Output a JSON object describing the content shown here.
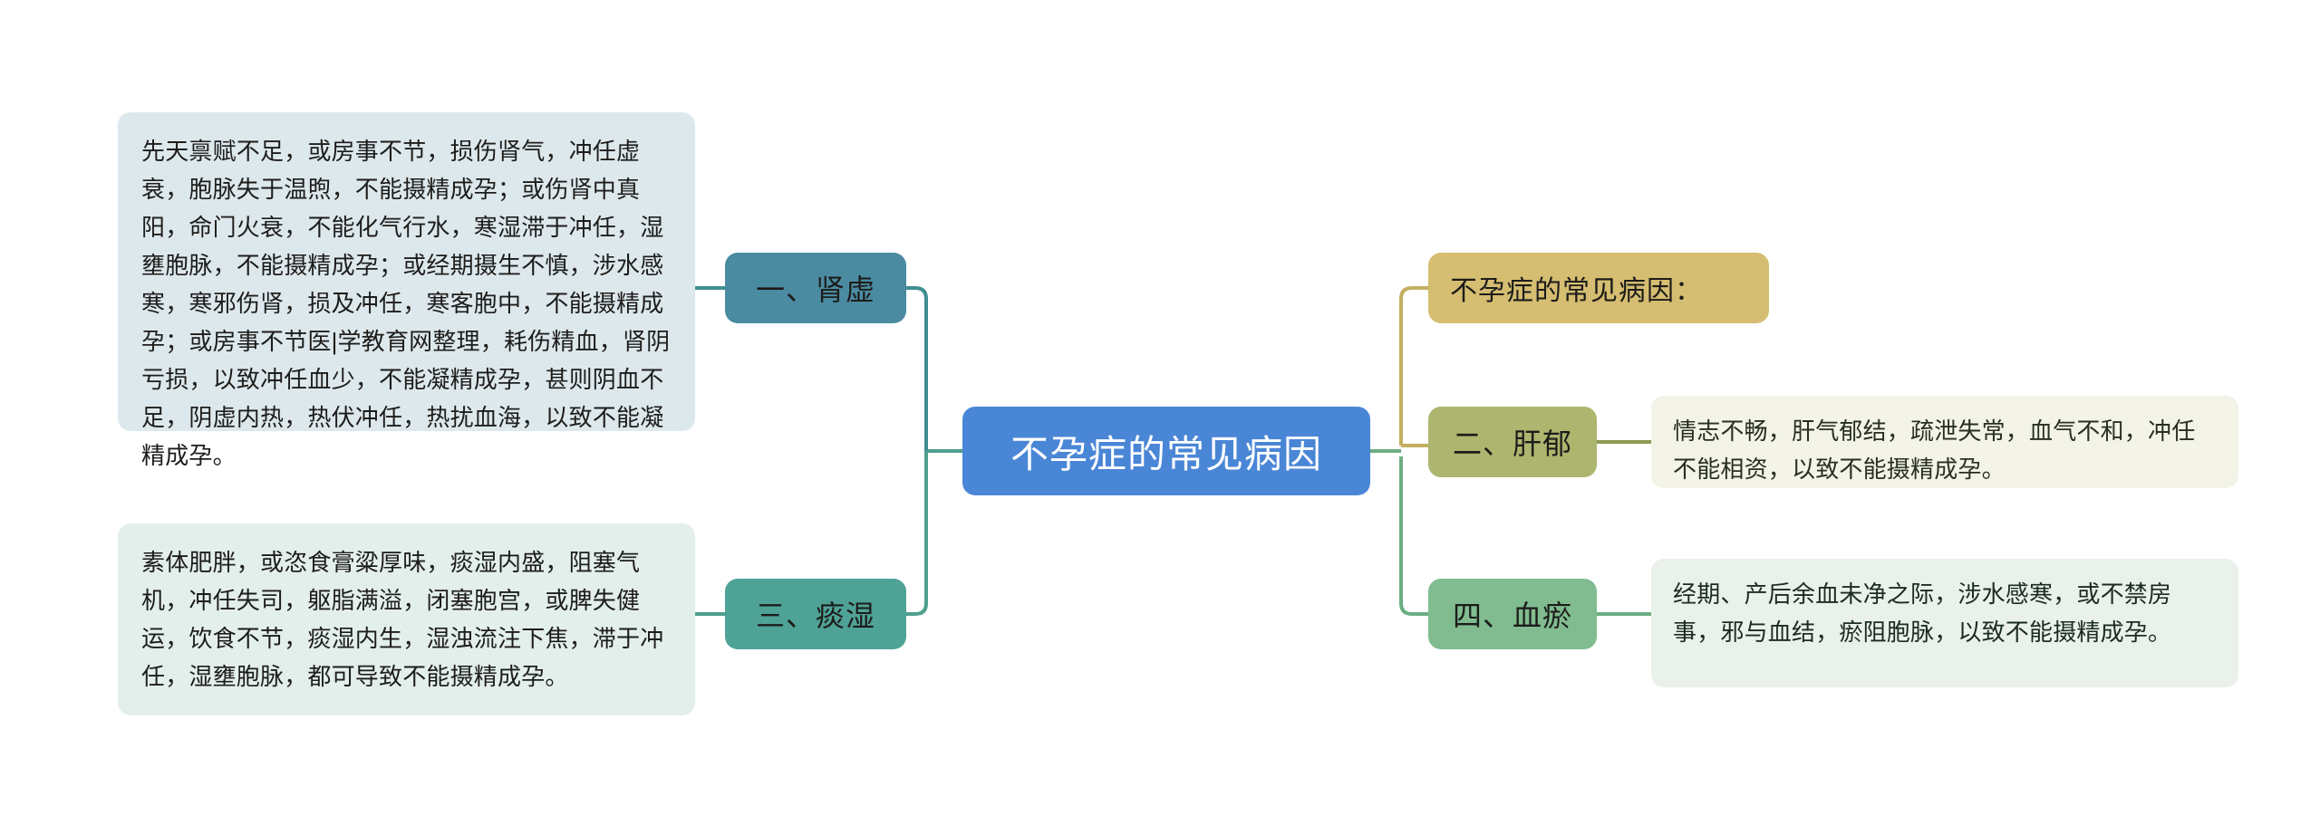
{
  "diagram": {
    "type": "mind-map",
    "root": {
      "label": "不孕症的常见病因",
      "color": "#4a86d6",
      "text_color": "#ffffff"
    },
    "branches": [
      {
        "id": "shenxu",
        "label": "一、肾虚",
        "side": "left",
        "node_color": "#4b8ba1",
        "line_color": "#3f8d93",
        "panel_color": "#dde8ec",
        "detail": "先天禀赋不足，或房事不节，损伤肾气，冲任虚衰，胞脉失于温煦，不能摄精成孕；或伤肾中真阳，命门火衰，不能化气行水，寒湿滞于冲任，湿壅胞脉，不能摄精成孕；或经期摄生不慎，涉水感寒，寒邪伤肾，损及冲任，寒客胞中，不能摄精成孕；或房事不节医|学教育网整理，耗伤精血，肾阴亏损，以致冲任血少，不能凝精成孕，甚则阴血不足，阴虚内热，热伏冲任，热扰血海，以致不能凝精成孕。"
      },
      {
        "id": "ganyu",
        "label": "二、肝郁",
        "side": "right",
        "node_color": "#adb56e",
        "line_color": "#c3af62",
        "panel_color": "#f3f3e7",
        "detail": "情志不畅，肝气郁结，疏泄失常，血气不和，冲任不能相资，以致不能摄精成孕。"
      },
      {
        "id": "tanshi",
        "label": "三、痰湿",
        "side": "left",
        "node_color": "#4fa296",
        "line_color": "#4f9f8f",
        "panel_color": "#e3efea",
        "detail": "素体肥胖，或恣食膏粱厚味，痰湿内盛，阻塞气机，冲任失司，躯脂满溢，闭塞胞宫，或脾失健运，饮食不节，痰湿内生，湿浊流注下焦，滞于冲任，湿壅胞脉，都可导致不能摄精成孕。"
      },
      {
        "id": "xueyu",
        "label": "四、血瘀",
        "side": "right",
        "node_color": "#80bc8f",
        "line_color": "#6cae83",
        "panel_color": "#e9f1ea",
        "detail": "经期、产后余血未净之际，涉水感寒，或不禁房事，邪与血结，瘀阻胞脉，以致不能摄精成孕。"
      }
    ],
    "title_node": {
      "label": "不孕症的常见病因：",
      "color": "#d5bd71",
      "line_color": "#c3af62"
    }
  }
}
